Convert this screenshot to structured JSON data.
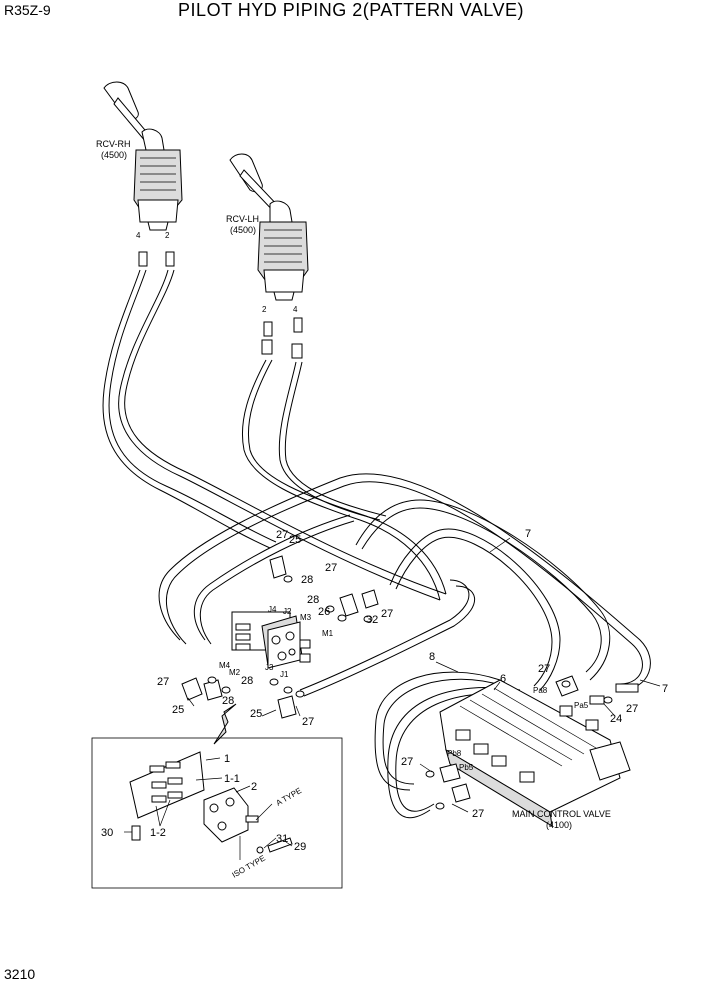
{
  "header": {
    "model": "R35Z-9",
    "title": "PILOT HYD PIPING 2(PATTERN VALVE)"
  },
  "footer": {
    "page_number": "3210"
  },
  "components": {
    "rcv_rh": {
      "name": "RCV-RH",
      "ref": "(4500)",
      "port_a": "4",
      "port_b": "2"
    },
    "rcv_lh": {
      "name": "RCV-LH",
      "ref": "(4500)",
      "port_a": "2",
      "port_b": "4"
    },
    "main_control_valve": {
      "name": "MAIN CONTROL VALVE",
      "ref": "(4100)"
    }
  },
  "ports": [
    "J4",
    "J2",
    "M3",
    "M1",
    "M4",
    "M2",
    "J3",
    "J1",
    "Pa8",
    "Pa5",
    "Pb8",
    "Pb5"
  ],
  "part_callouts": {
    "c27a": "27",
    "c25a": "25",
    "c28a": "28",
    "c27b": "27",
    "c28b": "28",
    "c26": "26",
    "c32": "32",
    "c27c": "27",
    "c7a": "7",
    "c8": "8",
    "c6": "6",
    "c27d": "27",
    "c7b": "7",
    "c24": "24",
    "c27e": "27",
    "c27f": "27",
    "c25b": "25",
    "c28c": "28",
    "c28d": "28",
    "c25c": "25",
    "c27g": "27",
    "c27h": "27",
    "c27i": "27"
  },
  "detail": {
    "callouts": {
      "d1": "1",
      "d1_1": "1-1",
      "d2": "2",
      "d30": "30",
      "d1_2": "1-2",
      "d31": "31",
      "d29": "29"
    },
    "a_type": "A TYPE",
    "iso_type": "ISO TYPE"
  }
}
